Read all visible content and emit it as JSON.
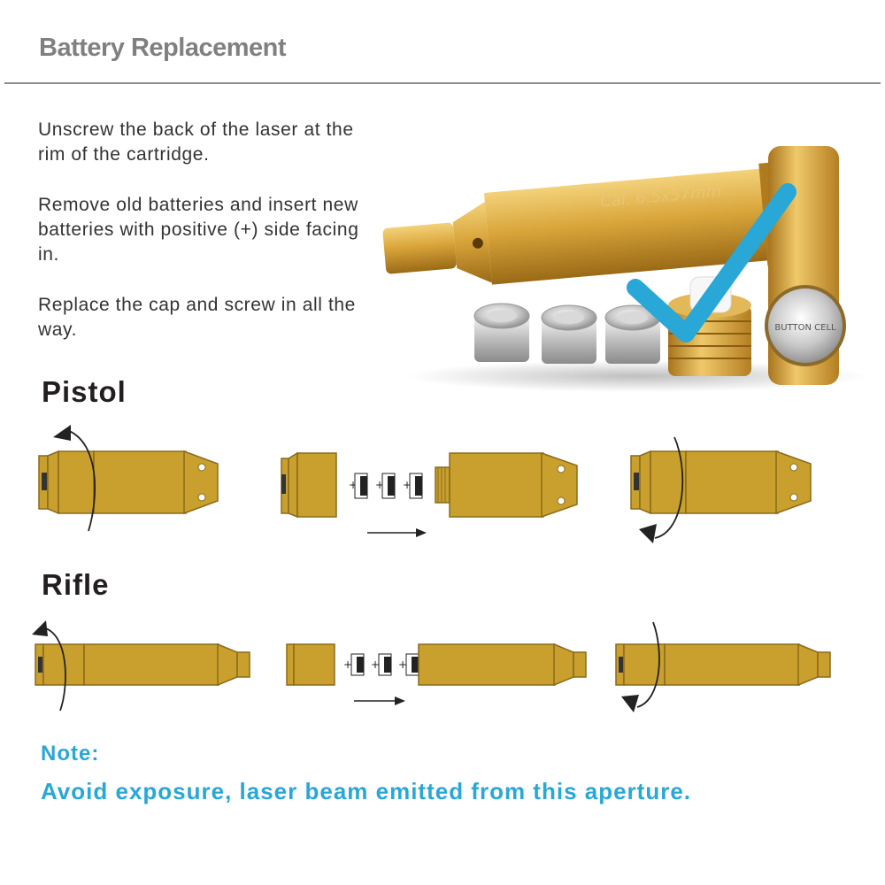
{
  "header": {
    "title": "Battery Replacement"
  },
  "instructions": [
    "Unscrew the back of the laser at the rim of the cartridge.",
    "Remove old batteries and insert new batteries with positive (+) side facing in.",
    "Replace the cap and screw in all the way."
  ],
  "photo": {
    "engraving": "Cal. 6.5x57mm",
    "cell_text": "BUTTON CELL"
  },
  "sections": {
    "pistol_label": "Pistol",
    "rifle_label": "Rifle"
  },
  "battery_sign": "+",
  "note": {
    "label": "Note:",
    "text": "Avoid exposure, laser beam emitted from this aperture."
  },
  "colors": {
    "brass": "#c9a02d",
    "accent": "#29a7d6",
    "heading": "#231f20",
    "title": "#808080"
  }
}
